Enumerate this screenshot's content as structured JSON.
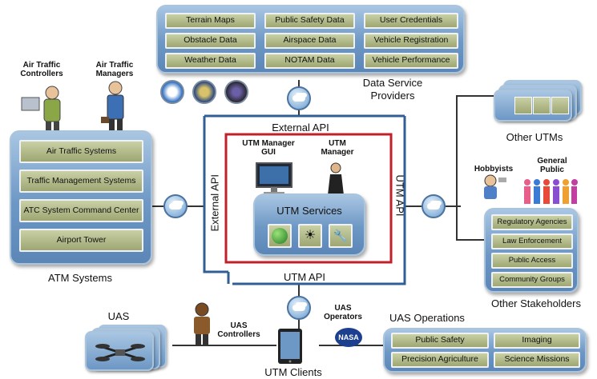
{
  "data_providers": {
    "tiles": [
      "Terrain Maps",
      "Public Safety Data",
      "User Credentials",
      "Obstacle Data",
      "Airspace Data",
      "Vehicle Registration",
      "Weather Data",
      "NOTAM Data",
      "Vehicle Performance"
    ],
    "label_line1": "Data Service",
    "label_line2": "Providers"
  },
  "atm": {
    "tiles": [
      "Air Traffic Systems",
      "Traffic Management Systems",
      "ATC System Command Center",
      "Airport Tower"
    ],
    "label": "ATM Systems",
    "controllers_label": "Air Traffic Controllers",
    "managers_label": "Air Traffic Managers"
  },
  "core": {
    "external_api_top": "External API",
    "external_api_side": "External API",
    "utm_api_side": "UTM API",
    "utm_api_bottom": "UTM API",
    "manager_gui_label": "UTM Manager GUI",
    "manager_label": "UTM Manager",
    "services_label": "UTM Services"
  },
  "other_utms": {
    "label": "Other UTMs"
  },
  "stakeholders": {
    "tiles": [
      "Regulatory Agencies",
      "Law Enforcement",
      "Public Access",
      "Community Groups"
    ],
    "label": "Other Stakeholders",
    "hobbyists_label": "Hobbyists",
    "general_public_label": "General Public"
  },
  "uas": {
    "label": "UAS",
    "controllers_label": "UAS Controllers",
    "operators_label": "UAS Operators",
    "clients_label": "UTM Clients",
    "nasa_label": "NASA"
  },
  "uas_operations": {
    "label": "UAS Operations",
    "tiles": [
      "Public Safety",
      "Imaging",
      "Precision Agriculture",
      "Science Missions"
    ]
  },
  "colors": {
    "panel": "#6d97c4",
    "tile": "#b3ba88",
    "red_frame": "#c0202a",
    "blue_line": "#2f5f96"
  }
}
